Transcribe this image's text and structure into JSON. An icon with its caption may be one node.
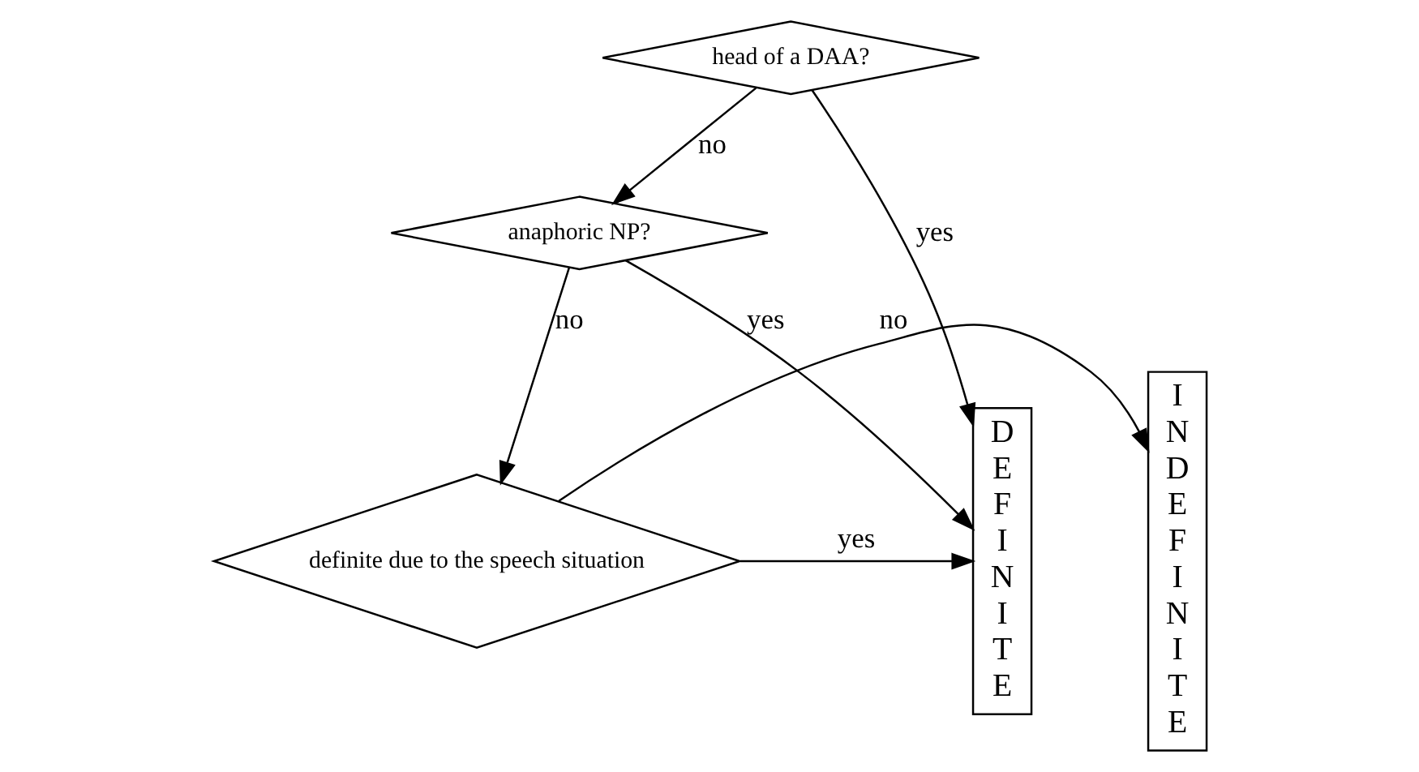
{
  "diagram": {
    "nodes": [
      {
        "text": [
          "head of a DAA?"
        ]
      },
      {
        "text": [
          "anaphoric NP?"
        ]
      },
      {
        "text": [
          "definite due to the speech situation"
        ]
      },
      {
        "text": [
          "I N D E F I N I T E"
        ]
      },
      {
        "text": [
          "D E F I N I T E"
        ]
      }
    ],
    "edges": [
      {
        "from": 0,
        "to": 4,
        "arrow": "to",
        "label": "yes"
      },
      {
        "from": 0,
        "to": 1,
        "arrow": "to",
        "label": "no"
      },
      {
        "from": 1,
        "to": 4,
        "arrow": "to",
        "label": "yes"
      },
      {
        "from": 1,
        "to": 2,
        "arrow": "to",
        "label": "no"
      },
      {
        "from": 2,
        "to": 3,
        "arrow": "to",
        "label": "no"
      },
      {
        "from": 2,
        "to": 4,
        "arrow": "to",
        "label": "yes"
      }
    ]
  }
}
